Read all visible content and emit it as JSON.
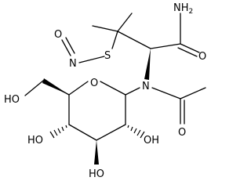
{
  "molecule": {
    "atom_labels": {
      "amide_nh2": "NH",
      "amide_nh2_sub": "2",
      "amide_o": "O",
      "thio_n": "N",
      "thio_o": "O",
      "thio_s": "S",
      "ring_o": "O",
      "amine_n": "N",
      "acetyl_o": "O",
      "ch2oh": "HO",
      "oh_4": "HO",
      "oh_3": "HO",
      "oh_2": "OH"
    }
  }
}
